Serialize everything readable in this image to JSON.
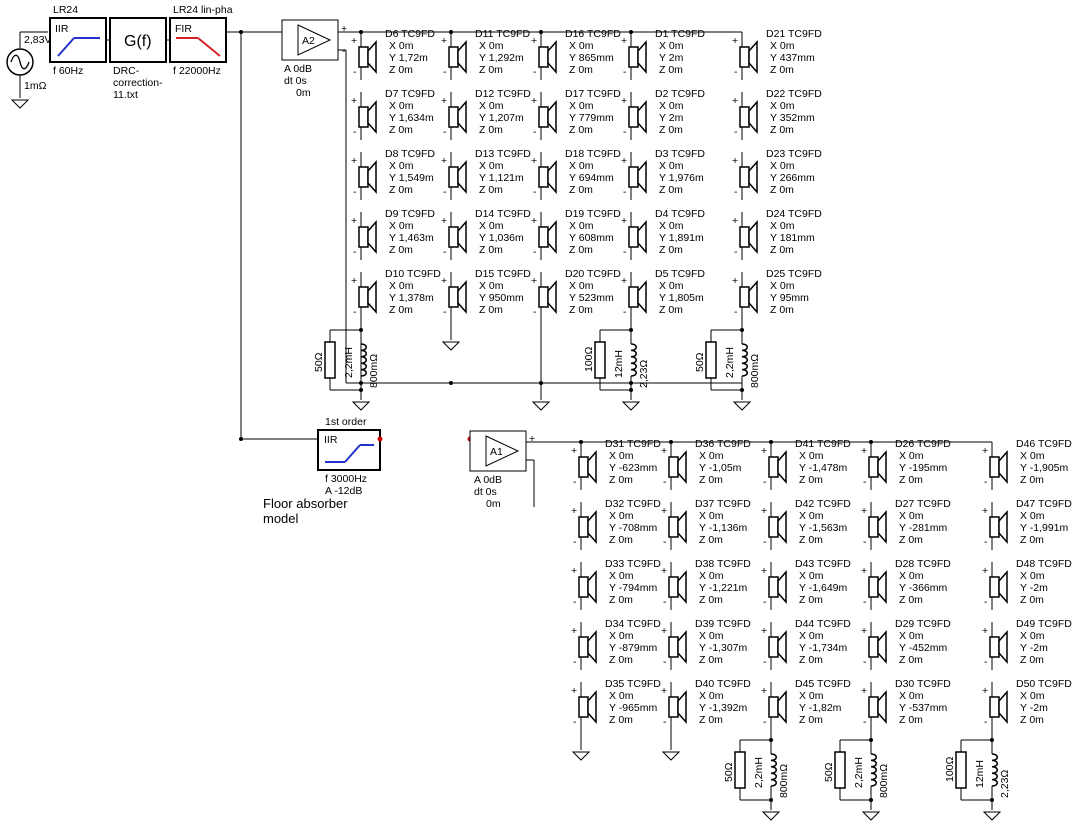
{
  "source": {
    "voltage": "2,83V",
    "resistance": "1mΩ"
  },
  "lr24_iir": {
    "title": "LR24",
    "type": "IIR",
    "freq": "f  60Hz"
  },
  "gf_block": {
    "symbol": "G(f)",
    "file_lines": [
      "DRC-",
      "correction-",
      "11.txt"
    ]
  },
  "lr24_fir": {
    "title": "LR24 lin-pha",
    "type": "FIR",
    "freq": "f  22000Hz"
  },
  "amp_a2": {
    "name": "A2",
    "lines": [
      "A  0dB",
      "dt 0s",
      "0m"
    ]
  },
  "amp_a1": {
    "name": "A1",
    "lines": [
      "A  0dB",
      "dt 0s",
      "0m"
    ]
  },
  "floor_filter": {
    "order": "1st order",
    "type": "IIR",
    "lines": [
      "f  3000Hz",
      "A  -12dB"
    ],
    "caption_lines": [
      "Floor absorber",
      "model"
    ]
  },
  "drivers_top": [
    [
      {
        "name": "D6 TC9FD",
        "x": "X 0m",
        "y": "Y 1,72m",
        "z": "Z 0m"
      },
      {
        "name": "D7 TC9FD",
        "x": "X 0m",
        "y": "Y 1,634m",
        "z": "Z 0m"
      },
      {
        "name": "D8 TC9FD",
        "x": "X 0m",
        "y": "Y 1,549m",
        "z": "Z 0m"
      },
      {
        "name": "D9 TC9FD",
        "x": "X 0m",
        "y": "Y 1,463m",
        "z": "Z 0m"
      },
      {
        "name": "D10 TC9FD",
        "x": "X 0m",
        "y": "Y 1,378m",
        "z": "Z 0m"
      }
    ],
    [
      {
        "name": "D11 TC9FD",
        "x": "X 0m",
        "y": "Y 1,292m",
        "z": "Z 0m"
      },
      {
        "name": "D12 TC9FD",
        "x": "X 0m",
        "y": "Y 1,207m",
        "z": "Z 0m"
      },
      {
        "name": "D13 TC9FD",
        "x": "X 0m",
        "y": "Y 1,121m",
        "z": "Z 0m"
      },
      {
        "name": "D14 TC9FD",
        "x": "X 0m",
        "y": "Y 1,036m",
        "z": "Z 0m"
      },
      {
        "name": "D15 TC9FD",
        "x": "X 0m",
        "y": "Y 950mm",
        "z": "Z 0m"
      }
    ],
    [
      {
        "name": "D16 TC9FD",
        "x": "X 0m",
        "y": "Y 865mm",
        "z": "Z 0m"
      },
      {
        "name": "D17 TC9FD",
        "x": "X 0m",
        "y": "Y 779mm",
        "z": "Z 0m"
      },
      {
        "name": "D18 TC9FD",
        "x": "X 0m",
        "y": "Y 694mm",
        "z": "Z 0m"
      },
      {
        "name": "D19 TC9FD",
        "x": "X 0m",
        "y": "Y 608mm",
        "z": "Z 0m"
      },
      {
        "name": "D20 TC9FD",
        "x": "X 0m",
        "y": "Y 523mm",
        "z": "Z 0m"
      }
    ],
    [
      {
        "name": "D1 TC9FD",
        "x": "X 0m",
        "y": "Y 2m",
        "z": "Z 0m"
      },
      {
        "name": "D2 TC9FD",
        "x": "X 0m",
        "y": "Y 2m",
        "z": "Z 0m"
      },
      {
        "name": "D3 TC9FD",
        "x": "X 0m",
        "y": "Y 1,976m",
        "z": "Z 0m"
      },
      {
        "name": "D4 TC9FD",
        "x": "X 0m",
        "y": "Y 1,891m",
        "z": "Z 0m"
      },
      {
        "name": "D5 TC9FD",
        "x": "X 0m",
        "y": "Y 1,805m",
        "z": "Z 0m"
      }
    ],
    [
      {
        "name": "D21 TC9FD",
        "x": "X 0m",
        "y": "Y 437mm",
        "z": "Z 0m"
      },
      {
        "name": "D22 TC9FD",
        "x": "X 0m",
        "y": "Y 352mm",
        "z": "Z 0m"
      },
      {
        "name": "D23 TC9FD",
        "x": "X 0m",
        "y": "Y 266mm",
        "z": "Z 0m"
      },
      {
        "name": "D24 TC9FD",
        "x": "X 0m",
        "y": "Y 181mm",
        "z": "Z 0m"
      },
      {
        "name": "D25 TC9FD",
        "x": "X 0m",
        "y": "Y 95mm",
        "z": "Z 0m"
      }
    ]
  ],
  "drivers_bottom": [
    [
      {
        "name": "D31 TC9FD",
        "x": "X 0m",
        "y": "Y -623mm",
        "z": "Z 0m"
      },
      {
        "name": "D32 TC9FD",
        "x": "X 0m",
        "y": "Y -708mm",
        "z": "Z 0m"
      },
      {
        "name": "D33 TC9FD",
        "x": "X 0m",
        "y": "Y -794mm",
        "z": "Z 0m"
      },
      {
        "name": "D34 TC9FD",
        "x": "X 0m",
        "y": "Y -879mm",
        "z": "Z 0m"
      },
      {
        "name": "D35 TC9FD",
        "x": "X 0m",
        "y": "Y -965mm",
        "z": "Z 0m"
      }
    ],
    [
      {
        "name": "D36 TC9FD",
        "x": "X 0m",
        "y": "Y -1,05m",
        "z": "Z 0m"
      },
      {
        "name": "D37 TC9FD",
        "x": "X 0m",
        "y": "Y -1,136m",
        "z": "Z 0m"
      },
      {
        "name": "D38 TC9FD",
        "x": "X 0m",
        "y": "Y -1,221m",
        "z": "Z 0m"
      },
      {
        "name": "D39 TC9FD",
        "x": "X 0m",
        "y": "Y -1,307m",
        "z": "Z 0m"
      },
      {
        "name": "D40 TC9FD",
        "x": "X 0m",
        "y": "Y -1,392m",
        "z": "Z 0m"
      }
    ],
    [
      {
        "name": "D41 TC9FD",
        "x": "X 0m",
        "y": "Y -1,478m",
        "z": "Z 0m"
      },
      {
        "name": "D42 TC9FD",
        "x": "X 0m",
        "y": "Y -1,563m",
        "z": "Z 0m"
      },
      {
        "name": "D43 TC9FD",
        "x": "X 0m",
        "y": "Y -1,649m",
        "z": "Z 0m"
      },
      {
        "name": "D44 TC9FD",
        "x": "X 0m",
        "y": "Y -1,734m",
        "z": "Z 0m"
      },
      {
        "name": "D45 TC9FD",
        "x": "X 0m",
        "y": "Y -1,82m",
        "z": "Z 0m"
      }
    ],
    [
      {
        "name": "D26 TC9FD",
        "x": "X 0m",
        "y": "Y -195mm",
        "z": "Z 0m"
      },
      {
        "name": "D27 TC9FD",
        "x": "X 0m",
        "y": "Y -281mm",
        "z": "Z 0m"
      },
      {
        "name": "D28 TC9FD",
        "x": "X 0m",
        "y": "Y -366mm",
        "z": "Z 0m"
      },
      {
        "name": "D29 TC9FD",
        "x": "X 0m",
        "y": "Y -452mm",
        "z": "Z 0m"
      },
      {
        "name": "D30 TC9FD",
        "x": "X 0m",
        "y": "Y -537mm",
        "z": "Z 0m"
      }
    ],
    [
      {
        "name": "D46 TC9FD",
        "x": "X 0m",
        "y": "Y -1,905m",
        "z": "Z 0m"
      },
      {
        "name": "D47 TC9FD",
        "x": "X 0m",
        "y": "Y -1,991m",
        "z": "Z 0m"
      },
      {
        "name": "D48 TC9FD",
        "x": "X 0m",
        "y": "Y -2m",
        "z": "Z 0m"
      },
      {
        "name": "D49 TC9FD",
        "x": "X 0m",
        "y": "Y -2m",
        "z": "Z 0m"
      },
      {
        "name": "D50 TC9FD",
        "x": "X 0m",
        "y": "Y -2m",
        "z": "Z 0m"
      }
    ]
  ],
  "networks": [
    {
      "r": "50Ω",
      "l": "2,2mH",
      "rl": "800mΩ"
    },
    {
      "r": "100Ω",
      "l": "12mH",
      "rl": "2,23Ω"
    },
    {
      "r": "50Ω",
      "l": "2,2mH",
      "rl": "800mΩ"
    },
    {
      "r": "50Ω",
      "l": "2,2mH",
      "rl": "800mΩ"
    },
    {
      "r": "50Ω",
      "l": "2,2mH",
      "rl": "800mΩ"
    },
    {
      "r": "100Ω",
      "l": "12mH",
      "rl": "2,23Ω"
    }
  ]
}
